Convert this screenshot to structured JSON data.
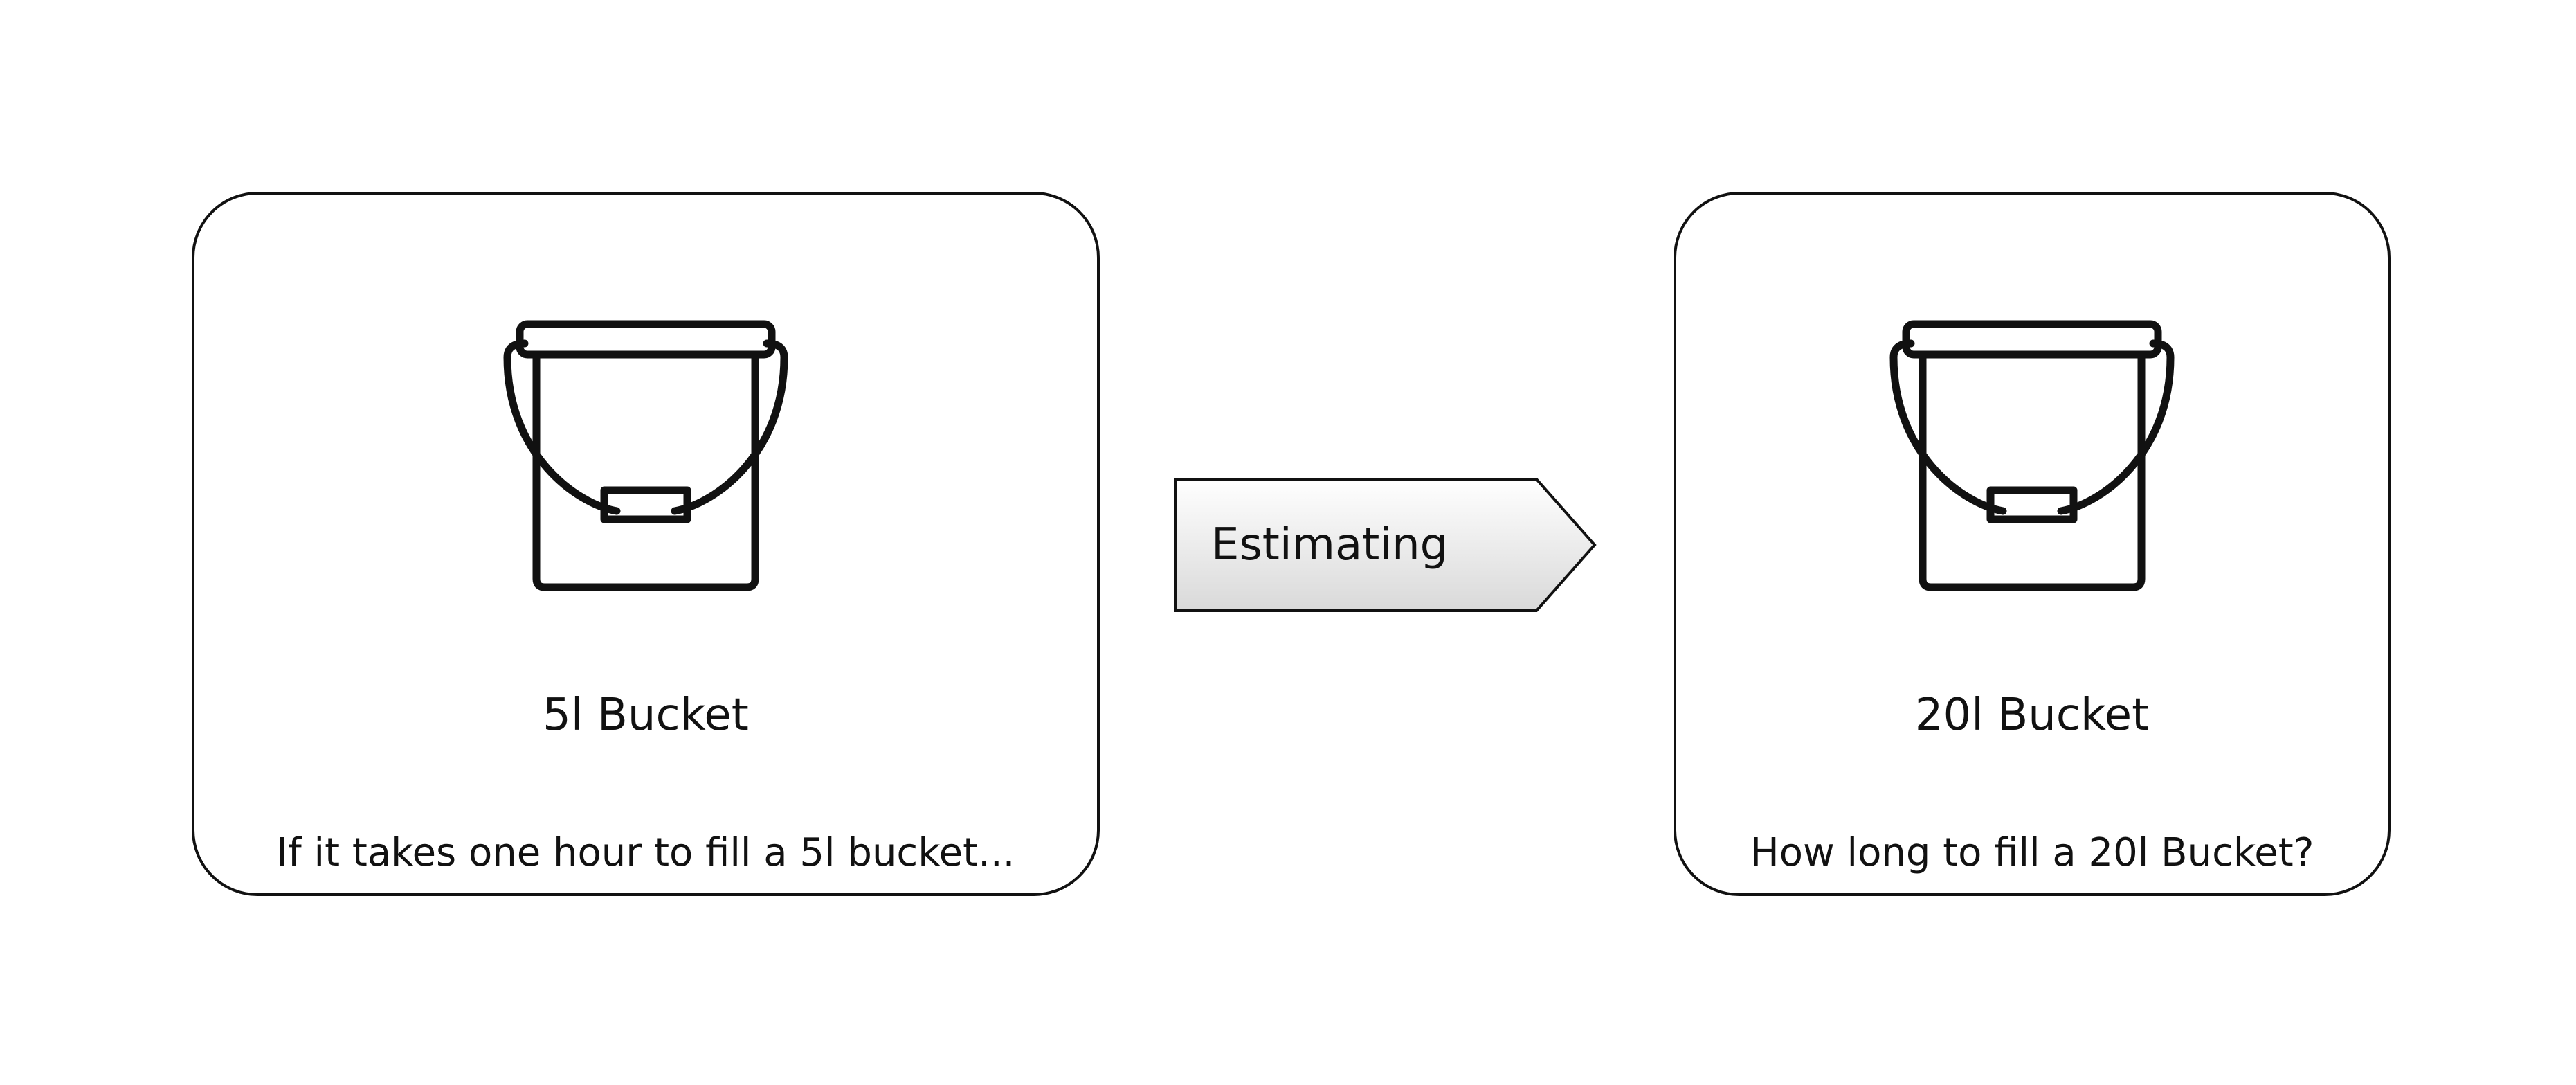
{
  "diagram": {
    "source": {
      "title": "5l Bucket",
      "caption": "If it takes one hour to fill a 5l bucket...",
      "icon": "bucket-icon"
    },
    "arrow": {
      "label": "Estimating",
      "icon": "pentagon-arrow"
    },
    "target": {
      "title": "20l Bucket",
      "caption": "How long to fill a 20l Bucket?",
      "icon": "bucket-icon"
    }
  },
  "colors": {
    "stroke": "#111111",
    "background": "#ffffff",
    "arrow_gradient_top": "#ffffff",
    "arrow_gradient_bottom": "#d9d9d9"
  }
}
